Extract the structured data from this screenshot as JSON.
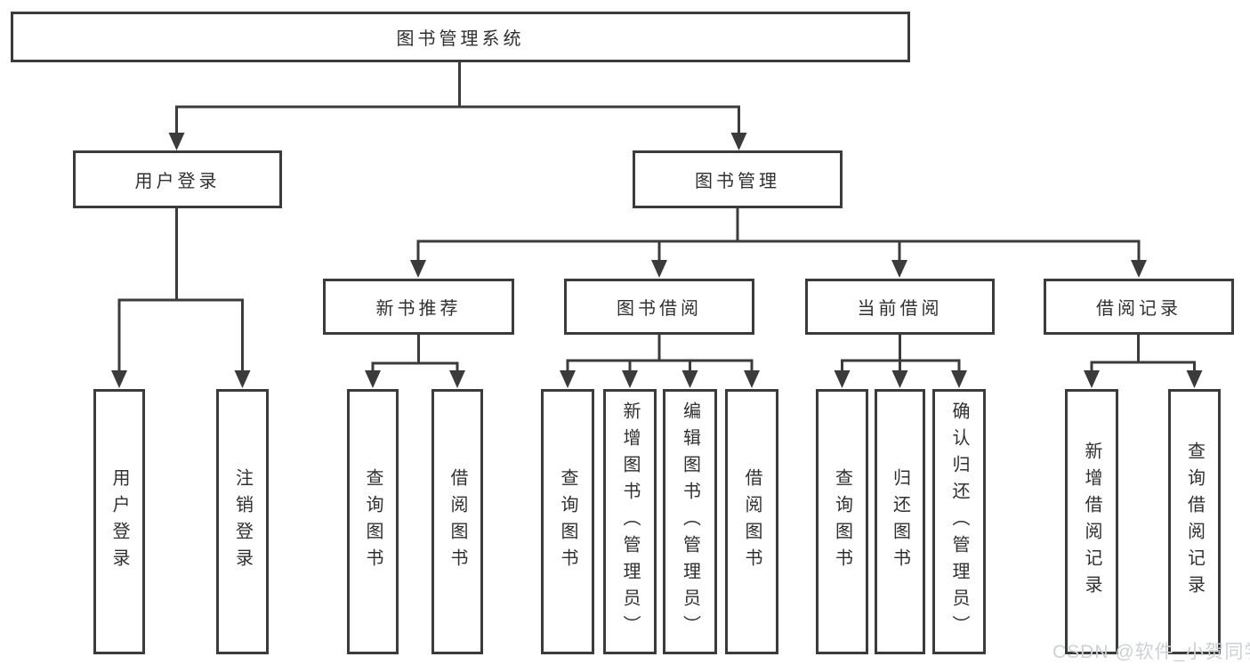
{
  "diagram": {
    "root": {
      "label": "图书管理系统"
    },
    "branches": [
      {
        "label": "用户登录",
        "children": [
          {
            "label": "用户登录"
          },
          {
            "label": "注销登录"
          }
        ]
      },
      {
        "label": "图书管理",
        "groups": [
          {
            "label": "新书推荐",
            "children": [
              {
                "label": "查询图书"
              },
              {
                "label": "借阅图书"
              }
            ]
          },
          {
            "label": "图书借阅",
            "children": [
              {
                "label": "查询图书"
              },
              {
                "label": "新增图书（管理员）"
              },
              {
                "label": "编辑图书（管理员）"
              },
              {
                "label": "借阅图书"
              }
            ]
          },
          {
            "label": "当前借阅",
            "children": [
              {
                "label": "查询图书"
              },
              {
                "label": "归还图书"
              },
              {
                "label": "确认归还（管理员）"
              }
            ]
          },
          {
            "label": "借阅记录",
            "children": [
              {
                "label": "新增借阅记录"
              },
              {
                "label": "查询借阅记录"
              }
            ]
          }
        ]
      }
    ],
    "watermark": "CSDN @软件_小贺同学",
    "colors": {
      "line": "#3b3b3b",
      "text": "#303030",
      "watermark": "#ccd1d6",
      "background": "#ffffff"
    }
  }
}
